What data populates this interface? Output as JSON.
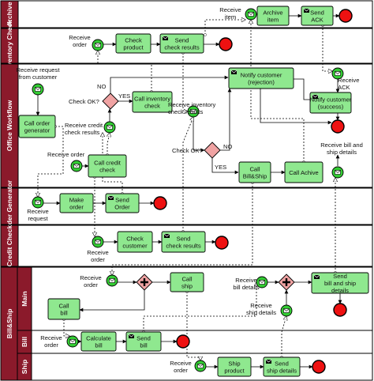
{
  "lanes": {
    "archive": "Archive",
    "inventory_check": "Inventory Check",
    "office_workflow": "Office Workflow",
    "order_generator": "Order Generator",
    "credit_check": "Credit Check",
    "bill_ship": "Bill&Ship",
    "main": "Main",
    "bill": "Bill",
    "ship": "Ship"
  },
  "tasks": {
    "archive_item": [
      "Archive",
      "item"
    ],
    "send_ack": [
      "Send",
      "ACK"
    ],
    "check_product": [
      "Check",
      "product"
    ],
    "send_check_results_inv": [
      "Send",
      "check results"
    ],
    "call_inventory_check": [
      "Call inventory",
      "check"
    ],
    "notify_rejection": [
      "Notify customer",
      "(rejection)"
    ],
    "notify_success": [
      "Notify customer",
      "(success)"
    ],
    "call_order_generator": [
      "Call order",
      "generator"
    ],
    "call_credit_check": [
      "Call credit",
      "check"
    ],
    "call_bill_ship": [
      "Call",
      "Bill&Ship"
    ],
    "call_achive": [
      "Call Achive"
    ],
    "make_order": [
      "Make",
      "order"
    ],
    "send_order": [
      "Send",
      "Order"
    ],
    "check_customer": [
      "Check",
      "customer"
    ],
    "send_check_results_cc": [
      "Send",
      "check results"
    ],
    "call_ship": [
      "Call",
      "ship"
    ],
    "call_bill": [
      "Call",
      "bill"
    ],
    "send_bill_ship_details": [
      "Send",
      "bill and ship",
      "details"
    ],
    "calculate_bill": [
      "Calculate",
      "bill"
    ],
    "send_bill": [
      "Send",
      "bill"
    ],
    "ship_product": [
      "Ship",
      "product"
    ],
    "send_ship_details": [
      "Send",
      "ship details"
    ]
  },
  "events": {
    "receive_item": [
      "Receive",
      "item"
    ],
    "receive_order_inv": [
      "Receive",
      "order"
    ],
    "receive_request_customer": [
      "Receive request",
      "from customer"
    ],
    "receive_inventory_results": [
      "Receive inventory",
      "check results"
    ],
    "receive_ack": [
      "Receive",
      "ACK"
    ],
    "receive_credit_results": [
      "Receive credit",
      "check results"
    ],
    "receive_order_ow": [
      "Receive order"
    ],
    "receive_bill_ship_details": [
      "Receive bill and",
      "ship details"
    ],
    "receive_request_og": [
      "Receive",
      "request"
    ],
    "receive_order_cc": [
      "Receive",
      "order"
    ],
    "receive_order_main": [
      "Receive",
      "order"
    ],
    "receive_bill_details": [
      "Receive",
      "bill details"
    ],
    "receive_ship_details": [
      "Receive",
      "ship details"
    ],
    "receive_order_bill": [
      "Receive",
      "order"
    ],
    "receive_order_ship": [
      "Receive",
      "order"
    ]
  },
  "gateways": {
    "check_ok_1": "Check OK?",
    "check_ok_2": "Check OK?"
  },
  "flow_labels": {
    "no1": "NO",
    "yes1": "YES",
    "no2": "NO",
    "yes2": "YES"
  },
  "colors": {
    "lane_header": "#8B1A2B",
    "task_fill": "#8FE88F",
    "event_fill": "#33CC33",
    "end_fill": "#EE1111",
    "gateway_fill": "#F0A3A3"
  }
}
